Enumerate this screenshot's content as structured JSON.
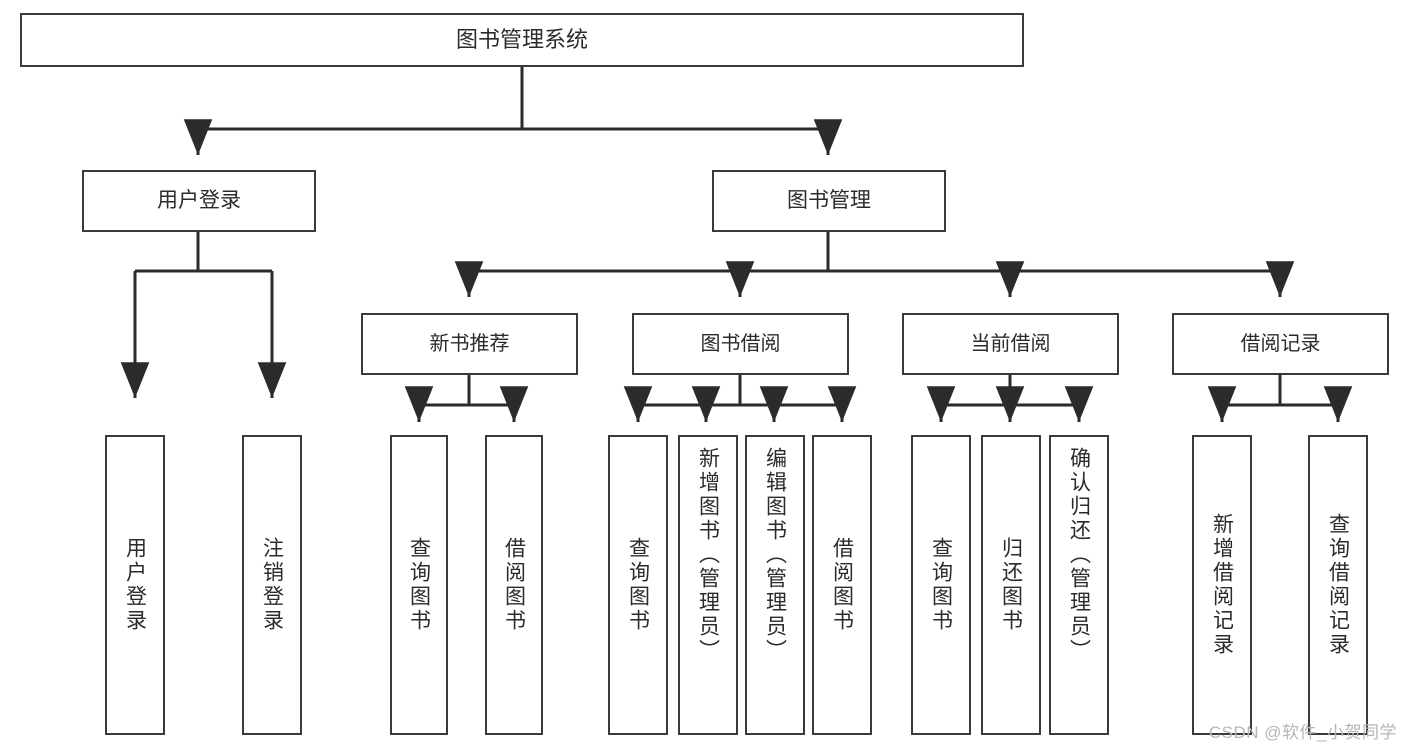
{
  "diagram": {
    "title": "图书管理系统",
    "type": "hierarchy-tree",
    "watermark": "CSDN @软件_小贺同学",
    "colors": {
      "box_border": "#3a3a3a",
      "box_fill": "#ffffff",
      "edge": "#2b2b2b",
      "text": "#2b2b2b",
      "watermark": "#b6b6b6",
      "background": "#ffffff"
    },
    "nodes": {
      "root": "图书管理系统",
      "level1": {
        "user_login": "用户登录",
        "book_manage": "图书管理"
      },
      "level2": {
        "new_book_recommend": "新书推荐",
        "book_borrow": "图书借阅",
        "current_borrow": "当前借阅",
        "borrow_record": "借阅记录"
      },
      "leaves": {
        "user_login_1": "用户登录",
        "user_login_2": "注销登录",
        "recommend_1": "查询图书",
        "recommend_2": "借阅图书",
        "borrow_1": "查询图书",
        "borrow_2": "新增图书（管理员）",
        "borrow_3": "编辑图书（管理员）",
        "borrow_4": "借阅图书",
        "current_1": "查询图书",
        "current_2": "归还图书",
        "current_3": "确认归还（管理员）",
        "record_1": "新增借阅记录",
        "record_2": "查询借阅记录"
      }
    }
  }
}
